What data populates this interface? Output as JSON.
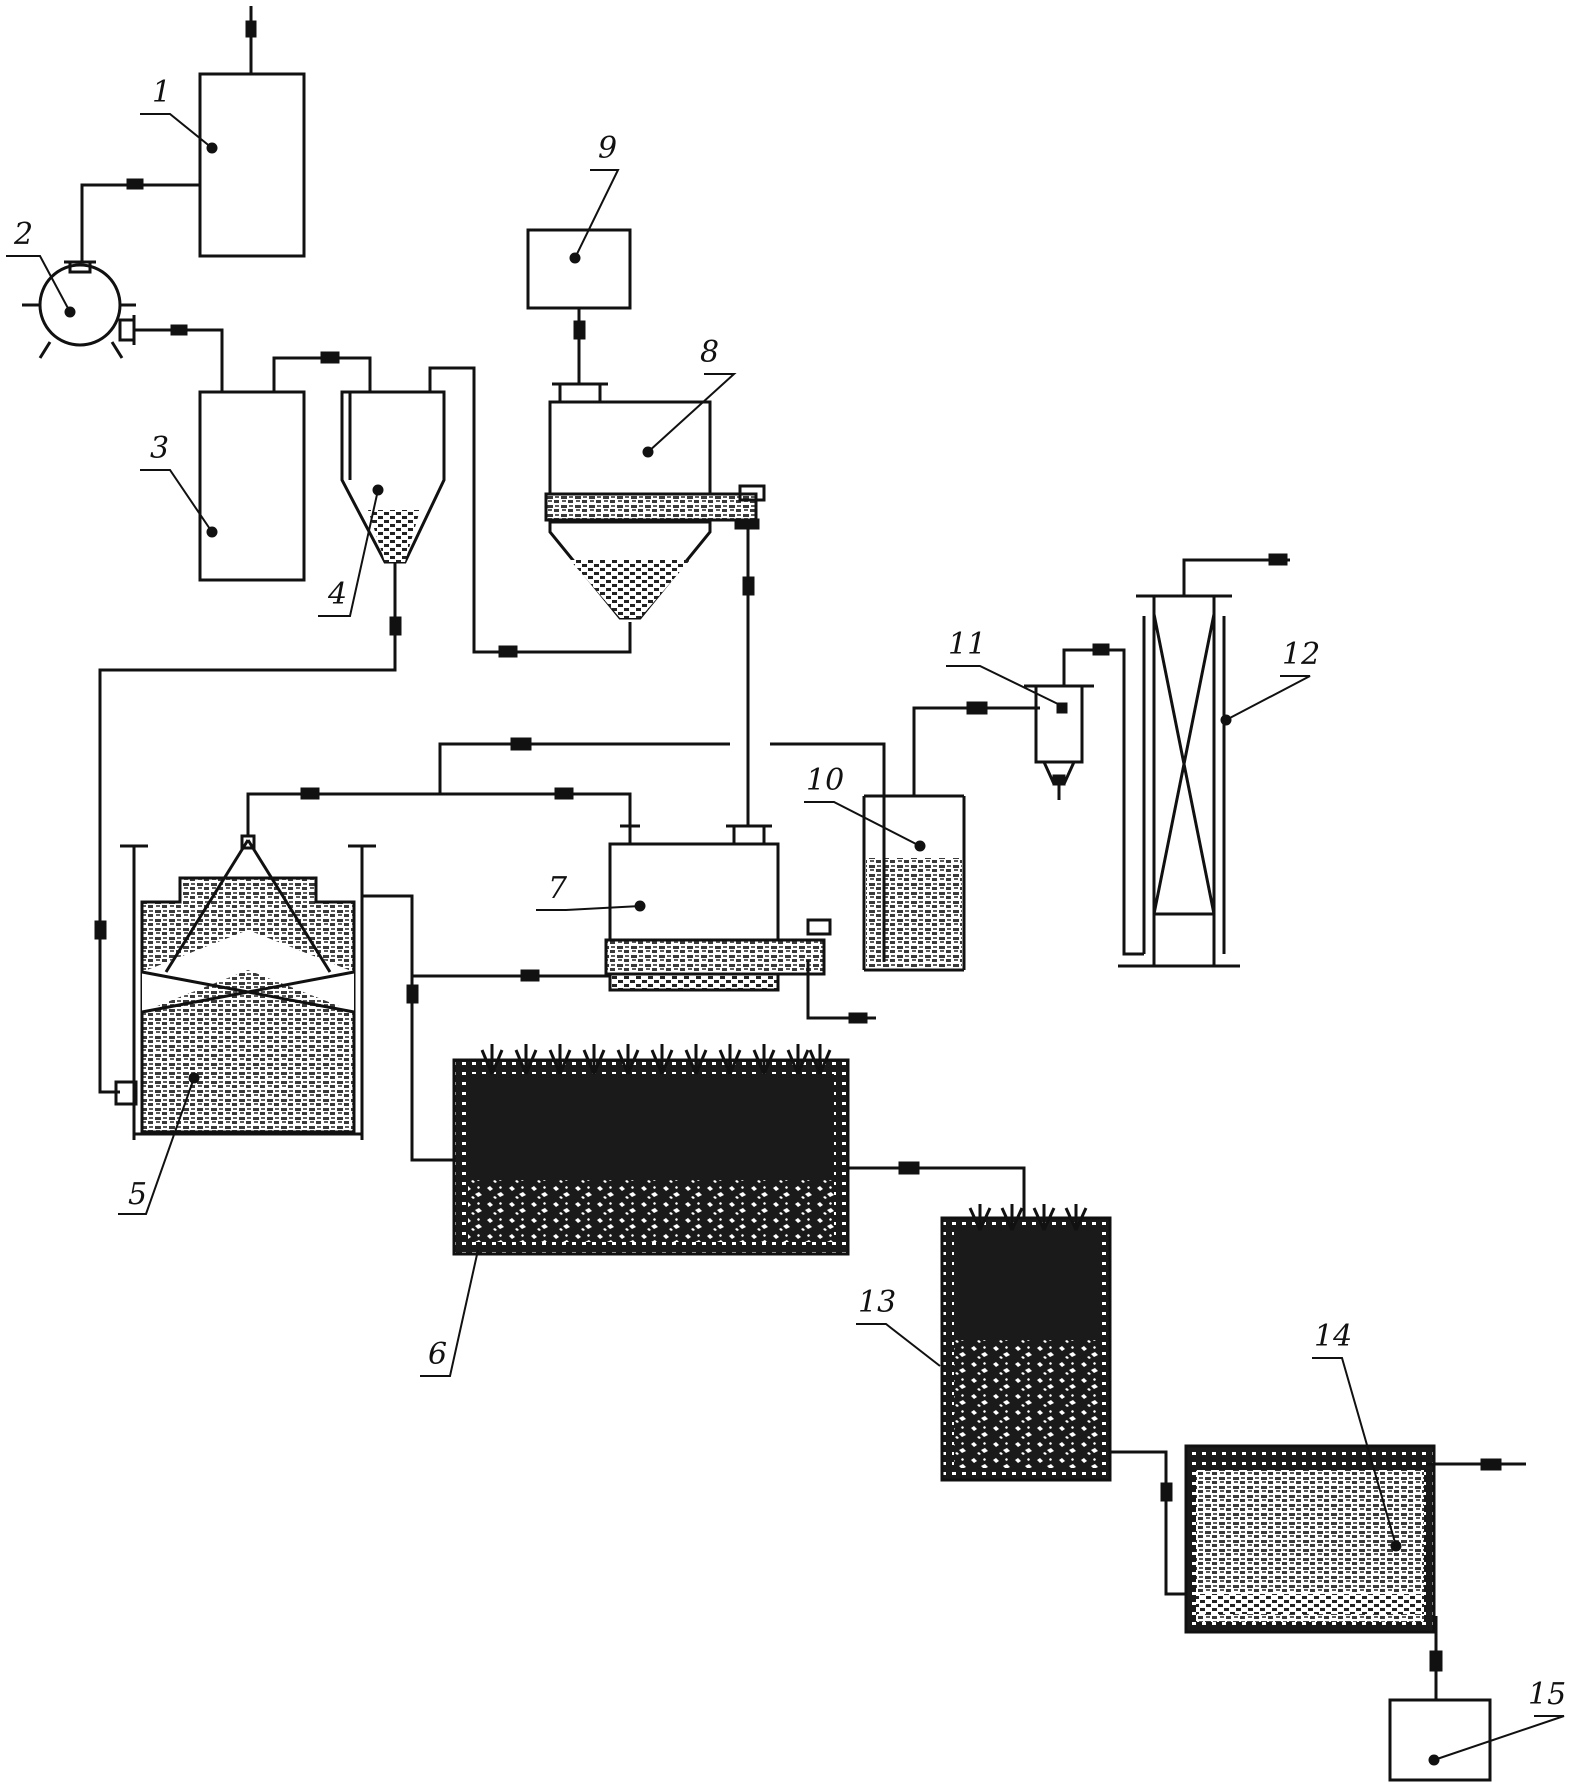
{
  "figure": {
    "labels": [
      "1",
      "2",
      "3",
      "4",
      "5",
      "6",
      "7",
      "8",
      "9",
      "10",
      "11",
      "12",
      "13",
      "14",
      "15"
    ]
  },
  "colors": {
    "ink": "#111111",
    "fill": "#1a1a1a",
    "background": "#ffffff"
  }
}
